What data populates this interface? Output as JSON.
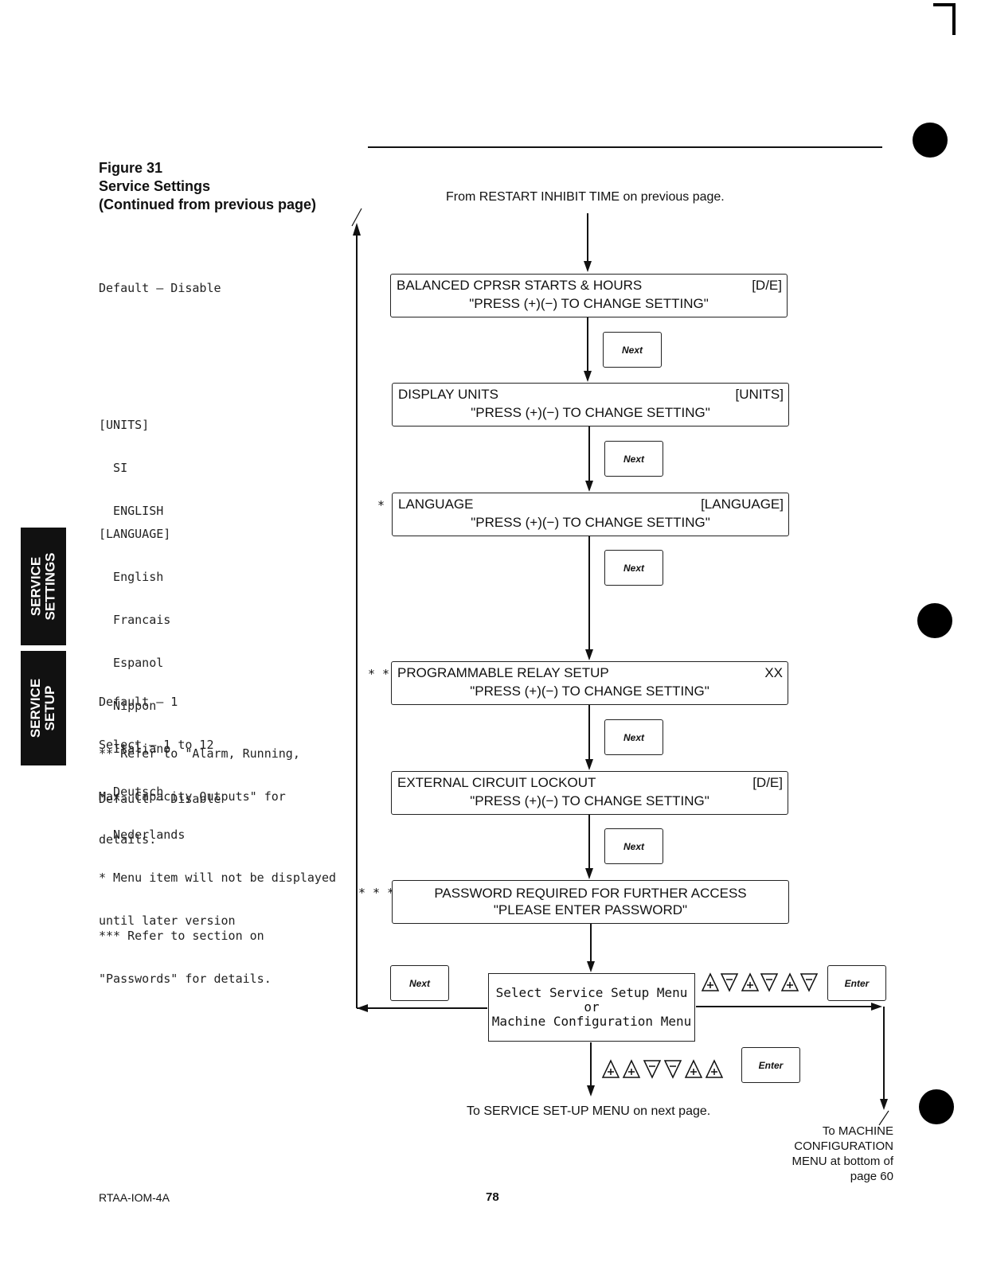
{
  "figure": {
    "number": "Figure 31",
    "title": "Service Settings",
    "subtitle": "(Continued from previous page)"
  },
  "flow": {
    "top_text": "From RESTART INHIBIT TIME on previous page.",
    "boxes": [
      {
        "label": "BALANCED CPRSR STARTS & HOURS",
        "value": "[D/E]",
        "prompt": "\"PRESS (+)(−) TO CHANGE SETTING\"",
        "marker": ""
      },
      {
        "label": "DISPLAY UNITS",
        "value": "[UNITS]",
        "prompt": "\"PRESS (+)(−) TO CHANGE SETTING\"",
        "marker": ""
      },
      {
        "label": "LANGUAGE",
        "value": "[LANGUAGE]",
        "prompt": "\"PRESS (+)(−) TO CHANGE SETTING\"",
        "marker": "*"
      },
      {
        "label": "PROGRAMMABLE RELAY SETUP",
        "value": "XX",
        "prompt": "\"PRESS (+)(−) TO CHANGE SETTING\"",
        "marker": "* *"
      },
      {
        "label": "EXTERNAL CIRCUIT LOCKOUT",
        "value": "[D/E]",
        "prompt": "\"PRESS (+)(−) TO CHANGE SETTING\"",
        "marker": ""
      },
      {
        "label": "PASSWORD REQUIRED FOR FURTHER ACCESS",
        "value": "",
        "prompt": "\"PLEASE ENTER PASSWORD\"",
        "marker": "* * *"
      }
    ],
    "next_key": "Next",
    "enter_key": "Enter",
    "select_box": [
      "Select Service Setup Menu",
      "or",
      "Machine Configuration Menu"
    ],
    "bottom_text": "To SERVICE SET-UP MENU on next page.",
    "right_text": [
      "To MACHINE",
      "CONFIGURATION",
      "MENU at bottom of",
      "page 60"
    ]
  },
  "notes": {
    "n1": "Default – Disable",
    "units": [
      "[UNITS]",
      "  SI",
      "  ENGLISH"
    ],
    "language": [
      "[LANGUAGE]",
      "  English",
      "  Francais",
      "  Espanol",
      "  Nippon",
      "  Italiano",
      "  Deutsch",
      "  Nederlands",
      "* Menu item will not be displayed",
      "until later version"
    ],
    "relay": [
      "Default – 1",
      "Select – 1 to 12"
    ],
    "relay_ref": [
      "** Refer to \"Alarm, Running,",
      "Max. Capacity Outputs\" for",
      "details."
    ],
    "lockout": "Default – Disable",
    "password_ref": [
      "*** Refer to section on",
      "\"Passwords\" for details."
    ]
  },
  "tabs": {
    "settings": "SERVICE\nSETTINGS",
    "setup": "SERVICE\nSETUP"
  },
  "footer": {
    "doc": "RTAA-IOM-4A",
    "page": "78"
  }
}
